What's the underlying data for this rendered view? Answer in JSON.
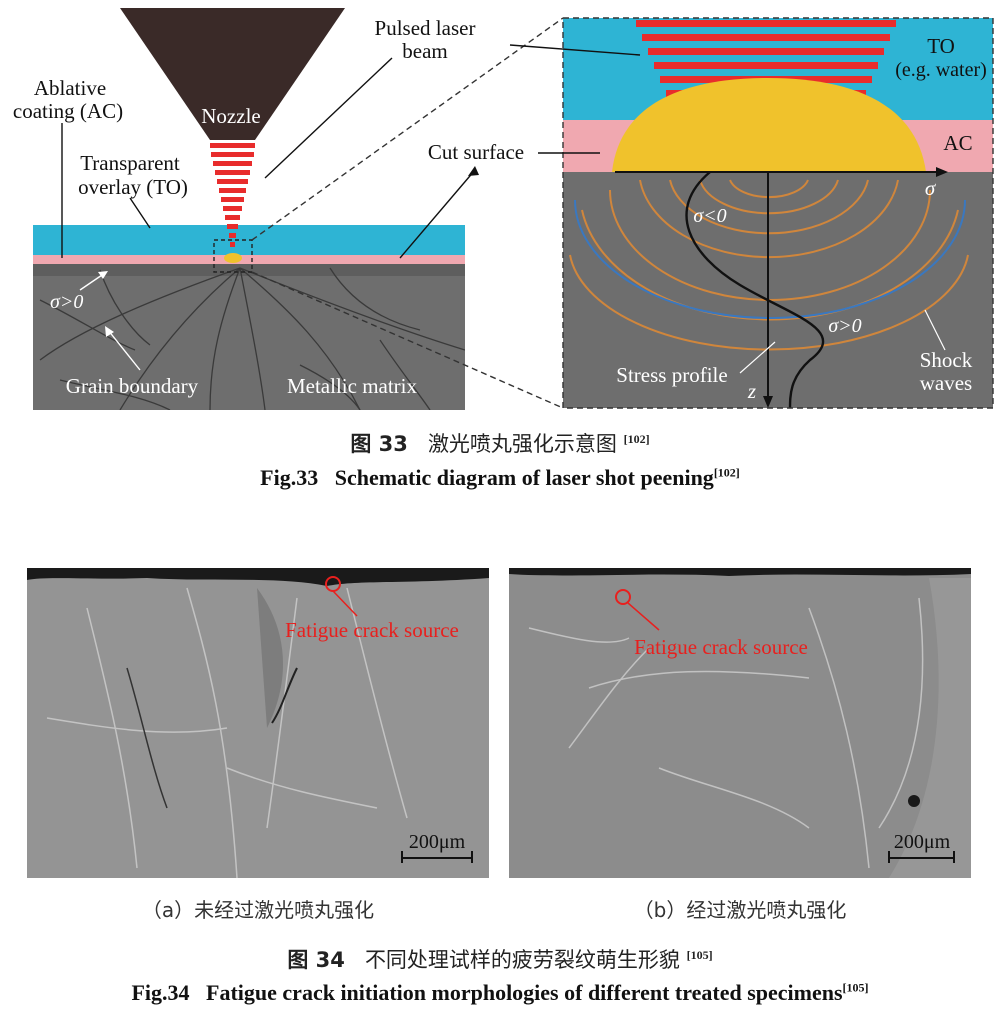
{
  "fig33": {
    "labels": {
      "ablative": [
        "Ablative",
        "coating (AC)"
      ],
      "transparent": [
        "Transparent",
        "overlay (TO)"
      ],
      "nozzle": "Nozzle",
      "pulsed": [
        "Pulsed laser",
        "beam"
      ],
      "sigma_pos_left": "σ>0",
      "grain_boundary": "Grain boundary",
      "metallic_matrix": "Metallic matrix",
      "cut_surface": "Cut surface",
      "to": [
        "TO",
        "(e.g. water)"
      ],
      "ac": "AC",
      "sigma_axis": "σ",
      "sigma_neg": "σ<0",
      "sigma_pos_right": "σ>0",
      "stress_profile": "Stress profile",
      "z_axis": "z",
      "shock_waves": [
        "Shock",
        "waves"
      ]
    },
    "caption_cn_num": "图 33",
    "caption_cn_text": "激光喷丸强化示意图",
    "caption_ref": "[102]",
    "caption_en_num": "Fig.33",
    "caption_en_text": "Schematic diagram of laser shot peening",
    "colors": {
      "overlay": "#2eb4d4",
      "coating": "#f0a8b0",
      "metal": "#6e6e6e",
      "nozzle": "#3a2a28",
      "laser": "#e82c2c",
      "plasma": "#f0c22c",
      "shock": "#d0863c",
      "blue_wave": "#3a78c0"
    }
  },
  "fig34": {
    "panel_a": {
      "annotation": "Fatigue crack source",
      "scale": "200μm",
      "caption": "（a）未经过激光喷丸强化"
    },
    "panel_b": {
      "annotation": "Fatigue crack source",
      "scale": "200μm",
      "caption": "（b）经过激光喷丸强化"
    },
    "caption_cn_num": "图 34",
    "caption_cn_text": "不同处理试样的疲劳裂纹萌生形貌",
    "caption_ref": "[105]",
    "caption_en_num": "Fig.34",
    "caption_en_text": "Fatigue crack initiation morphologies of different treated specimens"
  }
}
